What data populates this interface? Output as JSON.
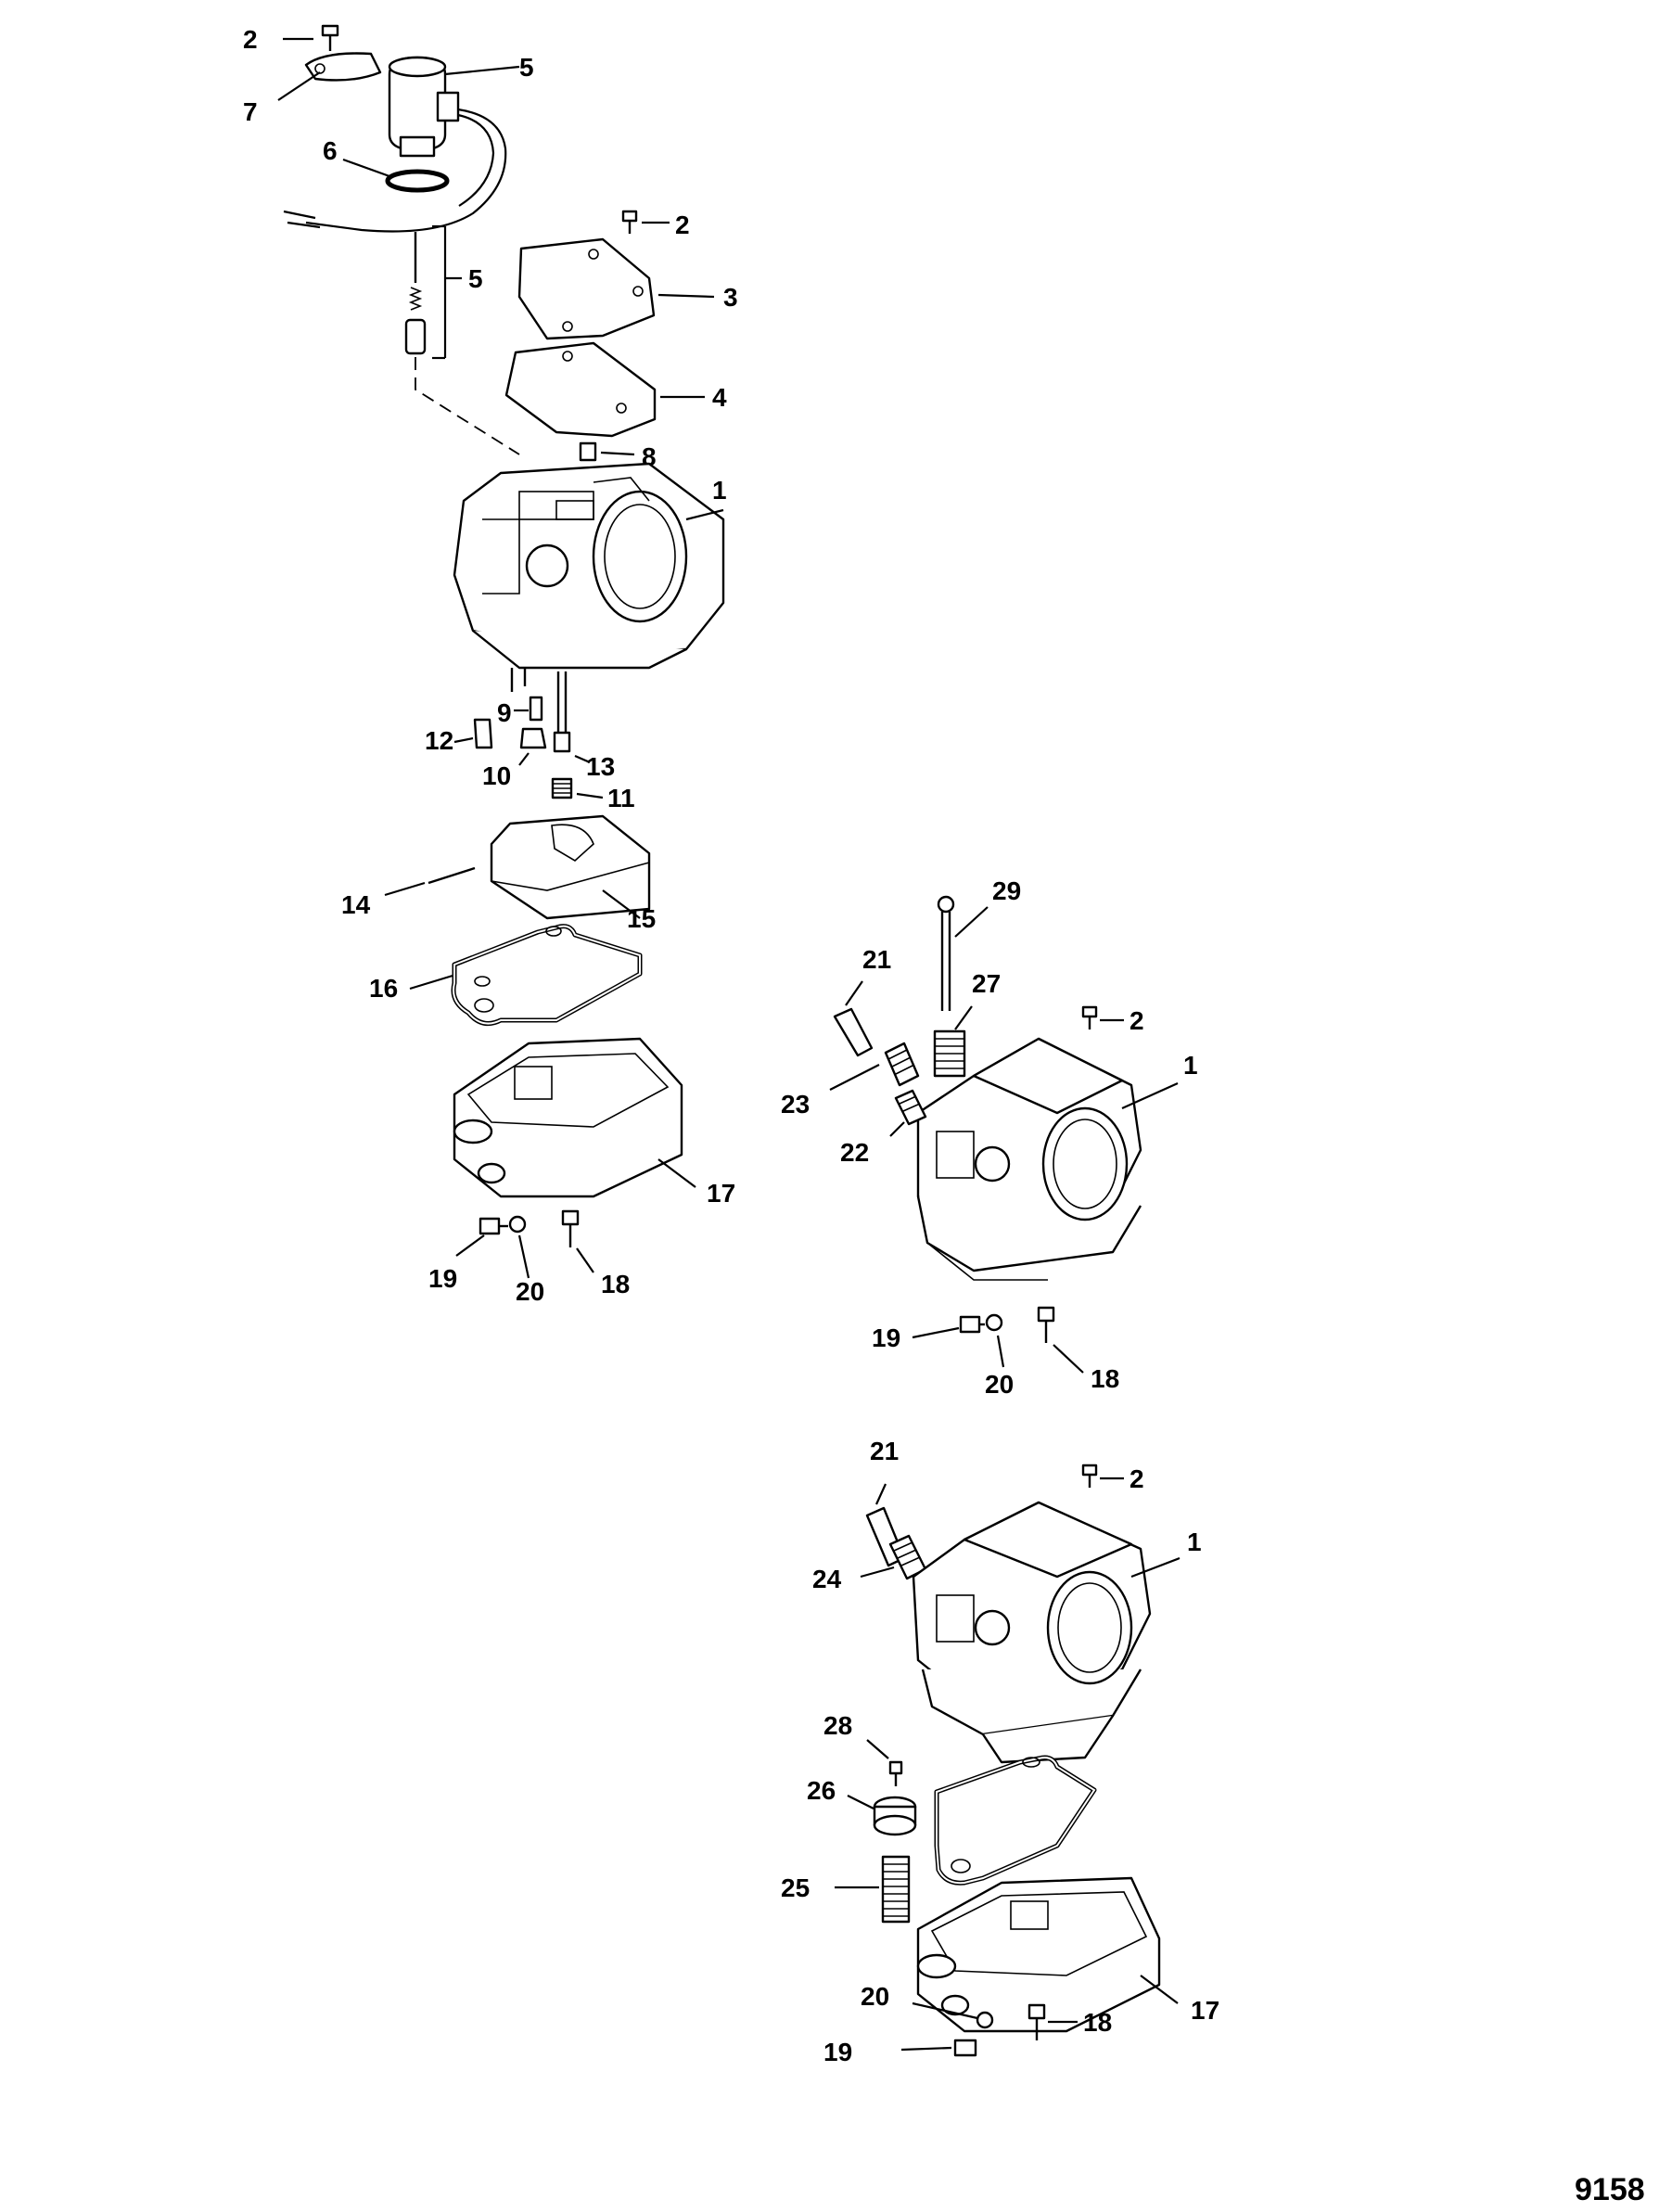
{
  "figure_number": "9158",
  "callouts": [
    {
      "id": "c-2a",
      "text": "2"
    },
    {
      "id": "c-7",
      "text": "7"
    },
    {
      "id": "c-5a",
      "text": "5"
    },
    {
      "id": "c-6",
      "text": "6"
    },
    {
      "id": "c-2b",
      "text": "2"
    },
    {
      "id": "c-5b",
      "text": "5"
    },
    {
      "id": "c-3",
      "text": "3"
    },
    {
      "id": "c-4",
      "text": "4"
    },
    {
      "id": "c-8",
      "text": "8"
    },
    {
      "id": "c-1a",
      "text": "1"
    },
    {
      "id": "c-9",
      "text": "9"
    },
    {
      "id": "c-12",
      "text": "12"
    },
    {
      "id": "c-13",
      "text": "13"
    },
    {
      "id": "c-10",
      "text": "10"
    },
    {
      "id": "c-11",
      "text": "11"
    },
    {
      "id": "c-15",
      "text": "15"
    },
    {
      "id": "c-14",
      "text": "14"
    },
    {
      "id": "c-16",
      "text": "16"
    },
    {
      "id": "c-17a",
      "text": "17"
    },
    {
      "id": "c-19a",
      "text": "19"
    },
    {
      "id": "c-20a",
      "text": "20"
    },
    {
      "id": "c-18a",
      "text": "18"
    },
    {
      "id": "c-29",
      "text": "29"
    },
    {
      "id": "c-21a",
      "text": "21"
    },
    {
      "id": "c-27",
      "text": "27"
    },
    {
      "id": "c-2c",
      "text": "2"
    },
    {
      "id": "c-1b",
      "text": "1"
    },
    {
      "id": "c-23",
      "text": "23"
    },
    {
      "id": "c-22",
      "text": "22"
    },
    {
      "id": "c-19b",
      "text": "19"
    },
    {
      "id": "c-20b",
      "text": "20"
    },
    {
      "id": "c-18b",
      "text": "18"
    },
    {
      "id": "c-21b",
      "text": "21"
    },
    {
      "id": "c-2d",
      "text": "2"
    },
    {
      "id": "c-24",
      "text": "24"
    },
    {
      "id": "c-1c",
      "text": "1"
    },
    {
      "id": "c-28",
      "text": "28"
    },
    {
      "id": "c-26",
      "text": "26"
    },
    {
      "id": "c-25",
      "text": "25"
    },
    {
      "id": "c-17b",
      "text": "17"
    },
    {
      "id": "c-20c",
      "text": "20"
    },
    {
      "id": "c-18c",
      "text": "18"
    },
    {
      "id": "c-19c",
      "text": "19"
    }
  ]
}
